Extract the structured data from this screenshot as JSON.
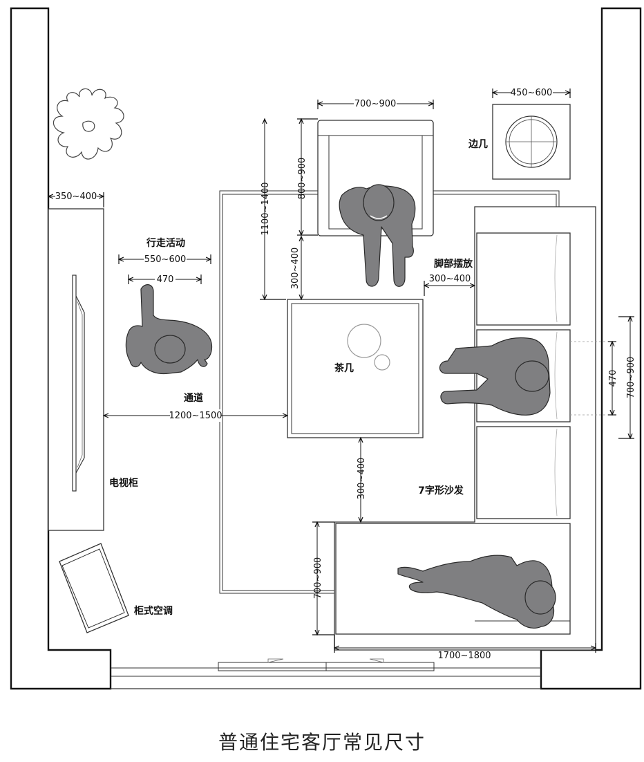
{
  "caption": "普通住宅客厅常见尺寸",
  "labels": {
    "side_table": "边几",
    "walking": "行走活动",
    "foot_space": "脚部摆放",
    "coffee_table": "茶几",
    "passage": "通道",
    "tv_cabinet": "电视柜",
    "l_sofa": "7字形沙发",
    "ac_unit": "柜式空调"
  },
  "dimensions": {
    "armchair_width": "700~900",
    "side_table_width": "450~600",
    "tv_cabinet_depth": "350~400",
    "armchair_depth": "800~900",
    "armchair_to_table_total": "1100~1400",
    "armchair_to_table_gap": "300~400",
    "walking_width": "550~600",
    "person_width": "470",
    "foot_space": "300~400",
    "passage_width": "1200~1500",
    "sofa_seat_person": "470",
    "sofa_seat_depth": "700~900",
    "table_to_sofa_gap": "300~400",
    "chaise_depth": "700~900",
    "sofa_length": "1700~1800"
  }
}
